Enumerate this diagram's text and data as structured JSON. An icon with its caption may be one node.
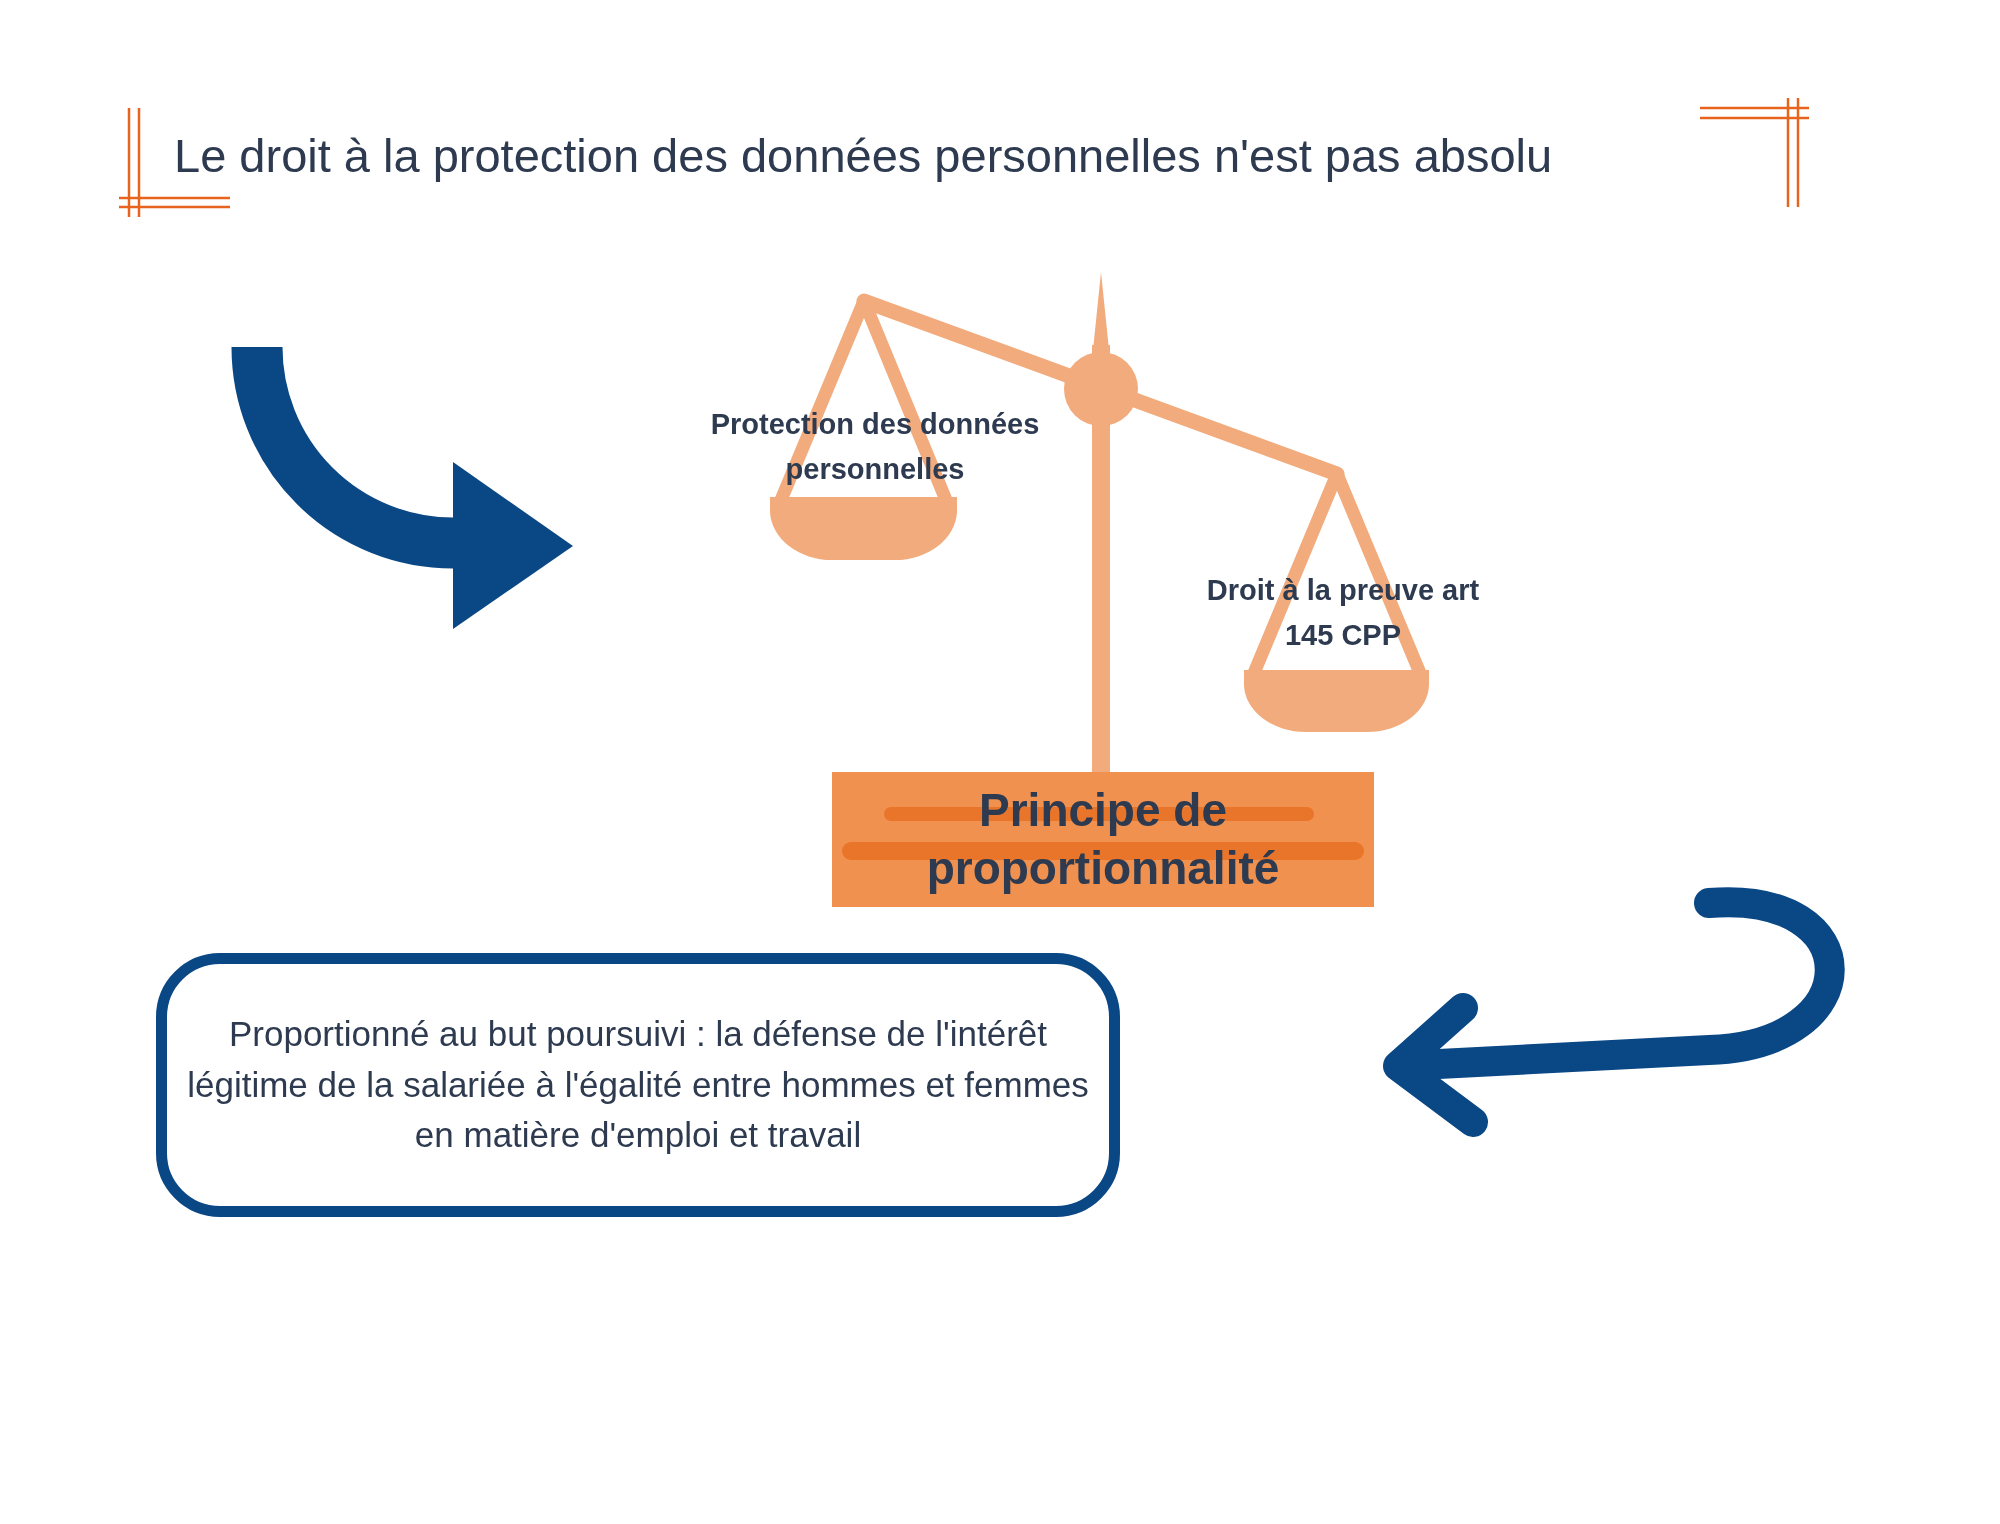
{
  "diagram": {
    "title": "Le droit à la protection des données personnelles n'est pas absolu",
    "nodes": [
      {
        "text": [],
        "shape": "picture"
      },
      {
        "text": [
          "Principe de proportionnalité"
        ]
      },
      {
        "text": [
          "Proportionné au but poursuivi : la défense de l'intérêt légitime de la salariée à l'égalité entre hommes et femmes en matière d'emploi et travail"
        ]
      }
    ],
    "labels": [
      "Protection des données personnelles",
      "Droit à la preuve art 145 CPP"
    ]
  }
}
